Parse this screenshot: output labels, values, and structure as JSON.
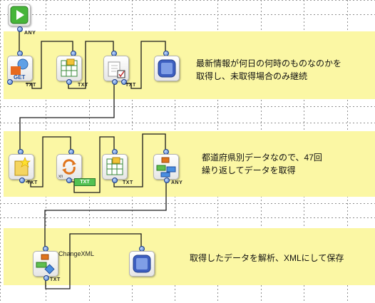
{
  "notes": {
    "step1_line1": "最新情報が何日の何時のものなのかを",
    "step1_line2": "取得し、未取得場合のみ継続",
    "step2_line1": "都道府県別データなので、47回",
    "step2_line2": "繰り返してデータを取得",
    "step3_line1": "取得したデータを解析、XMLにして保存"
  },
  "nodes": {
    "start": "start-icon",
    "http_get": "http-get-icon",
    "extract1": "extract-table-icon",
    "check1": "condition-check-icon",
    "end1": "end-icon",
    "new1": "new-item-icon",
    "loop": "loop-icon",
    "extract2": "extract-table-icon",
    "split": "split-icon",
    "change_xml": "change-xml-icon",
    "end2": "end-icon"
  },
  "labels": {
    "any": "ANY",
    "txt": "TXT",
    "loop_badge": "TXT",
    "change_xml": "ChangeXML"
  },
  "colors": {
    "band": "#fbf7a4",
    "wire": "#1a1a1a",
    "port": "#3e6fc8",
    "start": "#47b53a",
    "end": "#3d5fc0"
  }
}
